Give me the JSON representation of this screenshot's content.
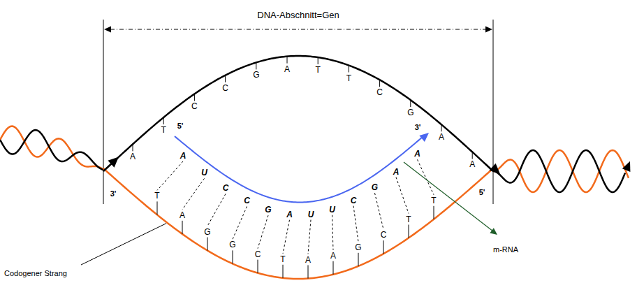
{
  "diagram": {
    "labels": [
      "DNA-Abschnitt=Gen",
      "A",
      "T",
      "C",
      "C",
      "G",
      "A",
      "T",
      "T",
      "C",
      "G",
      "A",
      "A",
      "T",
      "A",
      "G",
      "G",
      "C",
      "T",
      "A",
      "A",
      "G",
      "C",
      "T",
      "T",
      "A",
      "U",
      "C",
      "C",
      "G",
      "A",
      "U",
      "U",
      "C",
      "G",
      "A",
      "A",
      "5'",
      "3'",
      "3'",
      "5'",
      "Codogener Strang",
      "m-RNA"
    ]
  }
}
